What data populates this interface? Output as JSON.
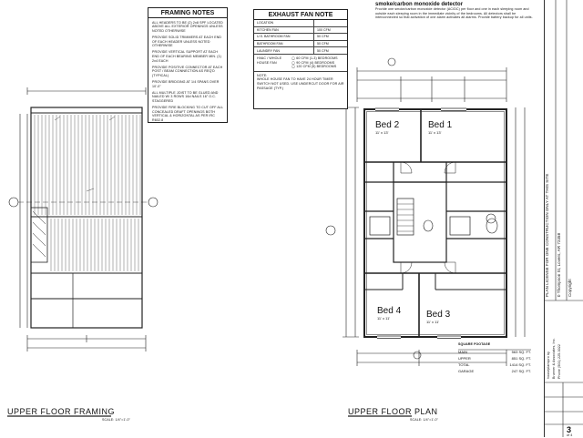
{
  "framing_notes": {
    "title": "FRAMING NOTES",
    "items": [
      "ALL HEADERS TO BE (2) 2x8 SPF LOCATED ABOVE ALL EXTERIOR OPENINGS UNLESS NOTED OTHERWISE",
      "PROVIDE SOLID TRIMMERS AT EACH END OF EACH HEADER UNLESS NOTED OTHERWISE",
      "PROVIDE VERTICAL SUPPORT AT EACH END OF EACH BEARING MEMBER MIN. (1) 2x4 EACH",
      "PROVIDE POSITIVE CONNECTOR AT EACH POST / BEAM CONNECTION AS REQ'D (TYPICAL)",
      "PROVIDE BRIDGING AT 1/4 SPANS OVER 10'-0\"",
      "ALL MULTIPLE JOIST TO BE GLUED AND NAILED W/ 3 ROWS 16d NAILS 16\" O.C. STAGGERED",
      "PROVIDE FIRE BLOCKING TO CUT OFF ALL CONCEALED DRAFT OPENINGS BOTH VERTICAL & HORIZONTAL AS PER IRC R602.8"
    ]
  },
  "exhaust_fan_note": {
    "title": "EXHAUST FAN NOTE",
    "header_location": "LOCATION",
    "rows": [
      {
        "location": "KITCHEN FAN",
        "value": "100 CFM"
      },
      {
        "location": "U.S. BATHROOM FAN",
        "value": "50 CFM"
      },
      {
        "location": "BATHROOM FAN",
        "value": "50 CFM"
      },
      {
        "location": "LAUNDRY FAN",
        "value": "50 CFM"
      }
    ],
    "hvac_label": "HVAC / WHOLE HOUSE FAN",
    "options": [
      "60 CFM (1-3) BEDROOMS",
      "90 CFM (4) BEDROOMS",
      "120 CFM (5) BEDROOMS"
    ],
    "note_label": "NOTE:",
    "note_text": "WHOLE HOUSE FAN TO HAVE 24 HOUR TIMER SWITCH NOT USED. USE UNDERCUT DOOR FOR AIR PASSAGE (TYP.)"
  },
  "smoke_note": {
    "heading": "smoke/carbon monoxide detector",
    "text": "Provide one smoke/carbon monoxide detector (AC/DC) per floor and one in each sleeping room and outside each sleeping room in the immediate vicinity of the bedrooms. All detectors shall be interconnected so that activation of one alarm activates all alarms. Provide battery backup for all units."
  },
  "plans": {
    "framing_title": "UPPER FLOOR FRAMING",
    "framing_scale": "SCALE: 1/4\"=1'-0\"",
    "plan_title": "UPPER FLOOR PLAN",
    "plan_scale": "SCALE: 1/4\"=1'-0\""
  },
  "rooms": [
    {
      "name": "Bed 2",
      "size": "11' x 13'"
    },
    {
      "name": "Bed 1",
      "size": "11' x 13'"
    },
    {
      "name": "Bed 4",
      "size": "11' x 11'"
    },
    {
      "name": "Bed 3",
      "size": "11' x 11'"
    }
  ],
  "square_footage": {
    "title": "SQUARE FOOTAGE",
    "rows": [
      {
        "label": "MAIN",
        "value": "563 SQ. FT."
      },
      {
        "label": "UPPER",
        "value": "851 SQ. FT."
      },
      {
        "label": "TOTAL",
        "value": "1414 SQ. FT."
      },
      {
        "label": "GARAGE",
        "value": "247 SQ. FT."
      }
    ]
  },
  "title_block": {
    "license": "PLAN LICENSE FOR ONE CONSTRUCTION ONLY AT THIS SITE",
    "address": "0 Thompson St, Lovers, AR 72358",
    "copyright": "Copyright",
    "company_site": "houseplanspro by",
    "company_name": "Brunner & Associates, Inc.",
    "company_phone": "Phone (501) 225-3022",
    "sheet_number": "3",
    "sheet_of": "of 4"
  }
}
